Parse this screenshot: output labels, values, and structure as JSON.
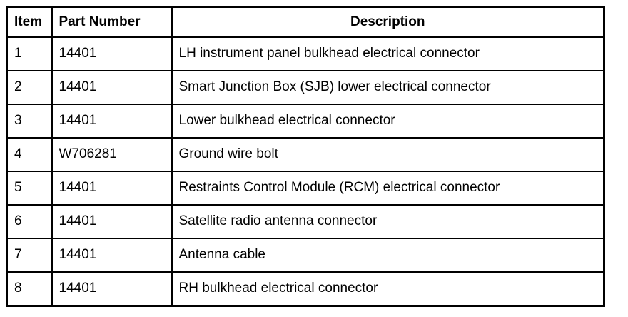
{
  "table": {
    "columns": [
      {
        "key": "item",
        "label": "Item"
      },
      {
        "key": "part_number",
        "label": "Part Number"
      },
      {
        "key": "description",
        "label": "Description"
      }
    ],
    "rows": [
      {
        "item": "1",
        "part_number": "14401",
        "description": "LH instrument panel bulkhead electrical connector"
      },
      {
        "item": "2",
        "part_number": "14401",
        "description": "Smart Junction Box (SJB) lower electrical connector"
      },
      {
        "item": "3",
        "part_number": "14401",
        "description": "Lower bulkhead electrical connector"
      },
      {
        "item": "4",
        "part_number": "W706281",
        "description": "Ground wire bolt"
      },
      {
        "item": "5",
        "part_number": "14401",
        "description": "Restraints Control Module (RCM) electrical connector"
      },
      {
        "item": "6",
        "part_number": "14401",
        "description": "Satellite radio antenna connector"
      },
      {
        "item": "7",
        "part_number": "14401",
        "description": "Antenna cable"
      },
      {
        "item": "8",
        "part_number": "14401",
        "description": "RH bulkhead electrical connector"
      }
    ],
    "border_color": "#000000",
    "text_color": "#000000",
    "background_color": "#ffffff"
  }
}
